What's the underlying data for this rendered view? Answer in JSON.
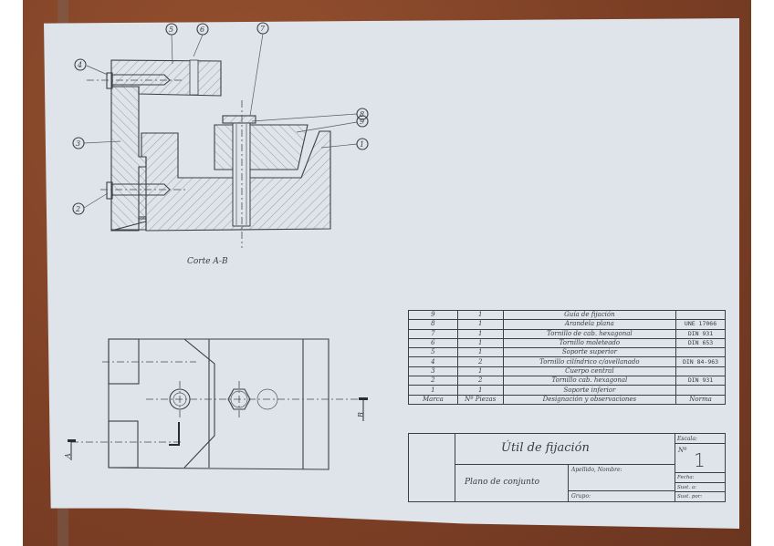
{
  "document": {
    "type": "technical drawing photo",
    "section_label": "Corte A-B",
    "balloons": [
      "1",
      "2",
      "3",
      "4",
      "5",
      "6",
      "7",
      "8",
      "9"
    ],
    "cut_marks": [
      "A",
      "B"
    ]
  },
  "parts_list": {
    "headers": {
      "mark": "Marca",
      "qty": "Nº Piezas",
      "designation": "Designación y observaciones",
      "standard": "Norma"
    },
    "rows": [
      {
        "mark": "9",
        "qty": "1",
        "designation": "Guía de fijación",
        "standard": ""
      },
      {
        "mark": "8",
        "qty": "1",
        "designation": "Arandela plana",
        "standard": "UNE 17066"
      },
      {
        "mark": "7",
        "qty": "1",
        "designation": "Tornillo de cab. hexagonal",
        "standard": "DIN 931"
      },
      {
        "mark": "6",
        "qty": "1",
        "designation": "Tornillo moleteado",
        "standard": "DIN 653"
      },
      {
        "mark": "5",
        "qty": "1",
        "designation": "Soporte superior",
        "standard": ""
      },
      {
        "mark": "4",
        "qty": "2",
        "designation": "Tornillo cilíndrico c/avellanado",
        "standard": "DIN 84-963"
      },
      {
        "mark": "3",
        "qty": "1",
        "designation": "Cuerpo central",
        "standard": ""
      },
      {
        "mark": "2",
        "qty": "2",
        "designation": "Tornillo cab. hexagonal",
        "standard": "DIN 931"
      },
      {
        "mark": "1",
        "qty": "1",
        "designation": "Soporte inferior",
        "standard": ""
      }
    ]
  },
  "title_block": {
    "title": "Útil de fijación",
    "subtitle": "Plano de conjunto",
    "name_label": "Apellido, Nombre:",
    "group_label": "Grupo:",
    "scale_label": "Escala:",
    "number_label": "Nº",
    "number_value": "1",
    "date_label": "Fecha:",
    "sust_a_label": "Sust. a:",
    "sust_por_label": "Sust. por:"
  },
  "colors": {
    "background_wood": "#8a4a2e",
    "paper": "#dfe3ea",
    "pencil": "#3d3f45"
  }
}
